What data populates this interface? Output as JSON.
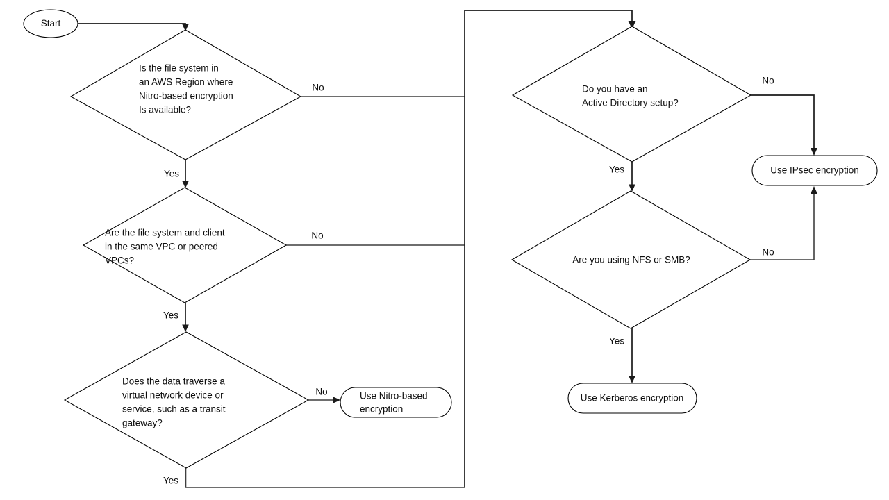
{
  "diagram": {
    "title": "Data-in-transit encryption decision flowchart",
    "background_color": "#ffffff",
    "line_color": "#3f3f3f",
    "text_color": "#0d0d0d",
    "nodes": {
      "start": {
        "shape": "ellipse",
        "label": "Start"
      },
      "decision_region": {
        "shape": "diamond",
        "lines": [
          "Is the file system in",
          "an AWS Region where",
          "Nitro-based encryption",
          "Is available?"
        ]
      },
      "decision_vpc": {
        "shape": "diamond",
        "lines": [
          "Are the file system and client",
          "in the same VPC or peered",
          "VPCs?"
        ]
      },
      "decision_transit": {
        "shape": "diamond",
        "lines": [
          "Does the data traverse a",
          "virtual network device or",
          "service, such as a transit",
          "gateway?"
        ]
      },
      "decision_ad": {
        "shape": "diamond",
        "lines": [
          "Do you have an",
          "Active Directory setup?"
        ]
      },
      "decision_protocol": {
        "shape": "diamond",
        "lines": [
          "Are you using NFS or SMB?"
        ]
      },
      "result_nitro": {
        "shape": "rounded-rect",
        "lines": [
          "Use Nitro-based",
          "encryption"
        ]
      },
      "result_ipsec": {
        "shape": "rounded-rect",
        "lines": [
          "Use IPsec encryption"
        ]
      },
      "result_kerberos": {
        "shape": "rounded-rect",
        "lines": [
          "Use Kerberos encryption"
        ]
      }
    },
    "edge_labels": {
      "region_no": "No",
      "region_yes": "Yes",
      "vpc_no": "No",
      "vpc_yes": "Yes",
      "transit_no": "No",
      "transit_yes": "Yes",
      "ad_no": "No",
      "ad_yes": "Yes",
      "protocol_no": "No",
      "protocol_yes": "Yes"
    }
  }
}
